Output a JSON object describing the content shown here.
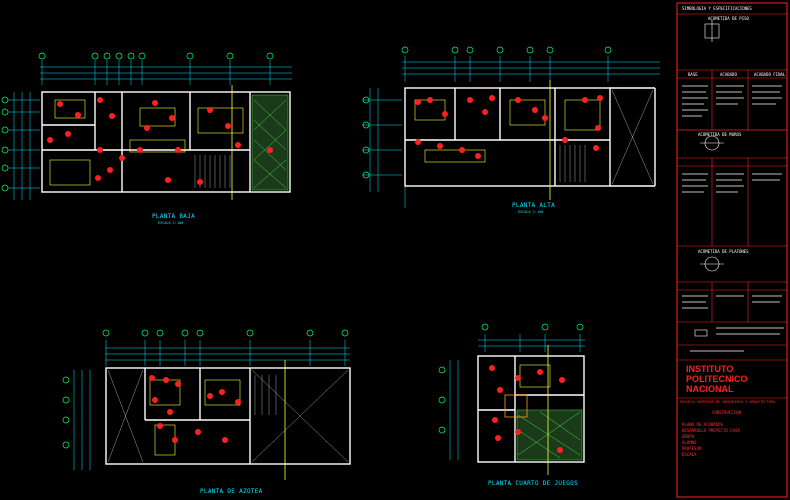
{
  "drawing": {
    "plan_labels": [
      "PLANTA BAJA",
      "PLANTA ALTA",
      "PLANTA DE AZOTEA",
      "PLANTA CUARTO DE JUEGOS"
    ],
    "scale_note": "ESCALA 1:100"
  },
  "title_block": {
    "header": "SIMBOLOGIA Y ESPECIFICACIONES",
    "section_1": "ACOMETIDA DE PISO",
    "section_2": "ACOMETIDA DE MUROS",
    "section_3": "ACOMETIDA DE PLAFONES",
    "columns": [
      "BASE",
      "ACABADO",
      "ACABADO FINAL"
    ],
    "institute": "INSTITUTO POLITECNICO NACIONAL",
    "school_line": "ESCUELA SUPERIOR DE INGENIERIA Y ARQUITECTURA",
    "subject": "CONSTRUCCION",
    "info_lines": [
      "PLANO DE ACABADOS",
      "DESARROLLO PROYECTO CASA",
      "GRUPO",
      "ALUMNO",
      "PROFESOR",
      "ESCALA"
    ]
  },
  "colors": {
    "background": "#000000",
    "wall": "#ffffff",
    "dimension": "#00e5ff",
    "symbol": "#ff2020",
    "furniture": "#ffff33",
    "vegetation": "#55ff55"
  }
}
